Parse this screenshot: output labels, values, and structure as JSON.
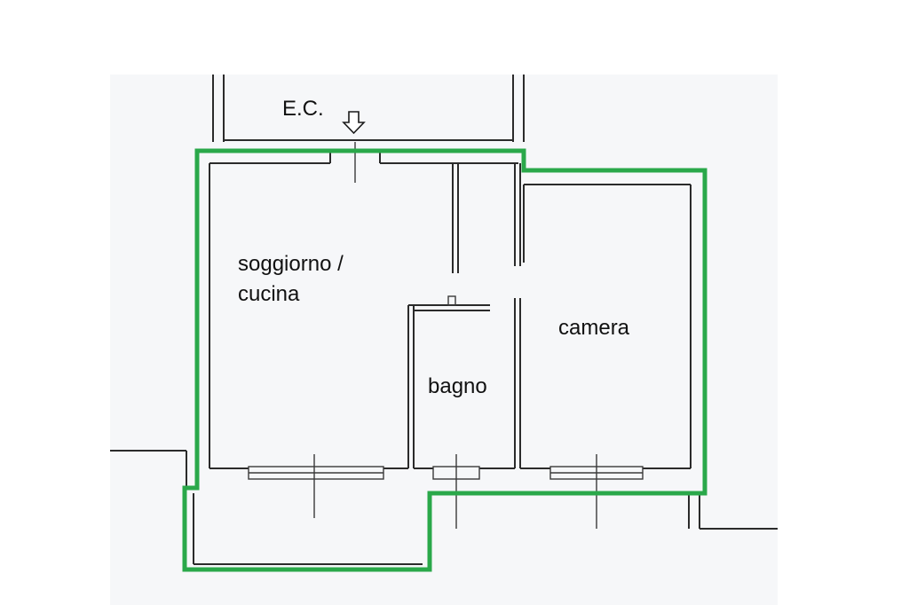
{
  "entrance_label": "E.C.",
  "rooms": {
    "living_kitchen_line1": "soggiorno /",
    "living_kitchen_line2": "cucina",
    "bathroom": "bagno",
    "bedroom": "camera"
  },
  "colors": {
    "unit_outline": "#2aa84a",
    "paper": "#f7f8fa",
    "wall": "#2b2b2b"
  }
}
